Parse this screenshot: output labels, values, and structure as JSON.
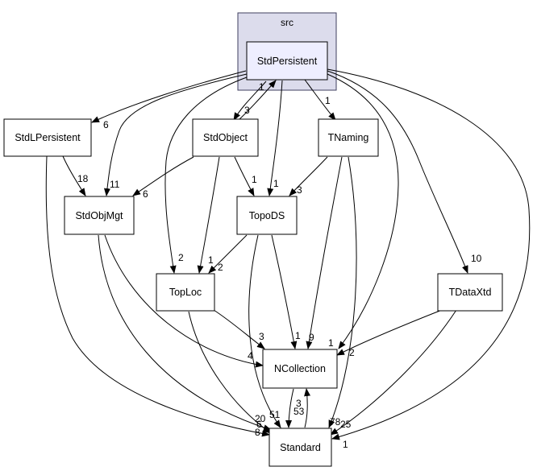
{
  "cluster": {
    "label": "src",
    "fill": "#dcdcec",
    "stroke": "#3f3f5f"
  },
  "nodes": {
    "stdpersistent": {
      "label": "StdPersistent",
      "fill": "#eeeeff"
    },
    "stdlpersistent": {
      "label": "StdLPersistent"
    },
    "stdobject": {
      "label": "StdObject"
    },
    "tnaming": {
      "label": "TNaming"
    },
    "stdobjmgt": {
      "label": "StdObjMgt"
    },
    "topods": {
      "label": "TopoDS"
    },
    "toploc": {
      "label": "TopLoc"
    },
    "tdataxtd": {
      "label": "TDataXtd"
    },
    "ncollection": {
      "label": "NCollection"
    },
    "standard": {
      "label": "Standard"
    }
  },
  "edges": [
    {
      "from": "StdPersistent",
      "to": "StdLPersistent",
      "label": "6"
    },
    {
      "from": "StdPersistent",
      "to": "StdObject",
      "label": "3"
    },
    {
      "from": "StdObject",
      "to": "StdPersistent",
      "label": "1"
    },
    {
      "from": "StdPersistent",
      "to": "TNaming",
      "label": "1"
    },
    {
      "from": "StdPersistent",
      "to": "StdObjMgt",
      "label": "11"
    },
    {
      "from": "StdPersistent",
      "to": "TopoDS",
      "label": "1"
    },
    {
      "from": "StdPersistent",
      "to": "TopLoc",
      "label": "2"
    },
    {
      "from": "StdPersistent",
      "to": "TDataXtd",
      "label": "10"
    },
    {
      "from": "StdPersistent",
      "to": "NCollection",
      "label": "1"
    },
    {
      "from": "StdPersistent",
      "to": "Standard",
      "label": "1"
    },
    {
      "from": "StdLPersistent",
      "to": "StdObjMgt",
      "label": "18"
    },
    {
      "from": "StdLPersistent",
      "to": "Standard",
      "label": "8"
    },
    {
      "from": "StdObject",
      "to": "StdObjMgt",
      "label": "6"
    },
    {
      "from": "StdObject",
      "to": "TopoDS",
      "label": "1"
    },
    {
      "from": "StdObject",
      "to": "TopLoc",
      "label": "1"
    },
    {
      "from": "TNaming",
      "to": "TopoDS",
      "label": "3"
    },
    {
      "from": "TNaming",
      "to": "NCollection",
      "label": "9"
    },
    {
      "from": "TNaming",
      "to": "Standard",
      "label": "78"
    },
    {
      "from": "StdObjMgt",
      "to": "NCollection",
      "label": "4"
    },
    {
      "from": "StdObjMgt",
      "to": "Standard",
      "label": "20"
    },
    {
      "from": "TopoDS",
      "to": "TopLoc",
      "label": "2"
    },
    {
      "from": "TopoDS",
      "to": "NCollection",
      "label": "1"
    },
    {
      "from": "TopoDS",
      "to": "Standard",
      "label": "51"
    },
    {
      "from": "TopLoc",
      "to": "NCollection",
      "label": "3"
    },
    {
      "from": "TopLoc",
      "to": "Standard",
      "label": "6"
    },
    {
      "from": "TDataXtd",
      "to": "NCollection",
      "label": "2"
    },
    {
      "from": "TDataXtd",
      "to": "Standard",
      "label": "25"
    },
    {
      "from": "NCollection",
      "to": "Standard",
      "label": "53"
    },
    {
      "from": "Standard",
      "to": "NCollection",
      "label": "3"
    }
  ]
}
